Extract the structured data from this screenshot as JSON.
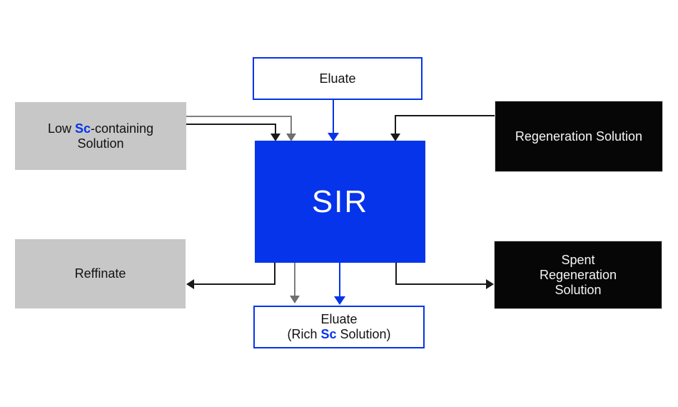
{
  "colors": {
    "blue": "#0534eb",
    "gray_box": "#c7c7c7",
    "black_box": "#060606",
    "text_dark": "#111111",
    "text_light": "#f5f5f5",
    "arrow_black": "#1a1a1a",
    "arrow_gray": "#6f6f6f"
  },
  "diagram": {
    "center_box": {
      "label": "SIR"
    },
    "eluate_top": {
      "label": "Eluate"
    },
    "low_sc": {
      "line1_pre": "Low ",
      "line1_sc": "Sc",
      "line1_post": "-containing",
      "line2": "Solution"
    },
    "regeneration": {
      "label": "Regeneration Solution"
    },
    "reffinate": {
      "label": "Reffinate"
    },
    "spent": {
      "line1": "Spent",
      "line2": "Regeneration",
      "line3": "Solution"
    },
    "eluate_bottom": {
      "line1": "Eluate",
      "line2_pre": "(Rich ",
      "line2_sc": "Sc",
      "line2_post": " Solution)"
    }
  }
}
